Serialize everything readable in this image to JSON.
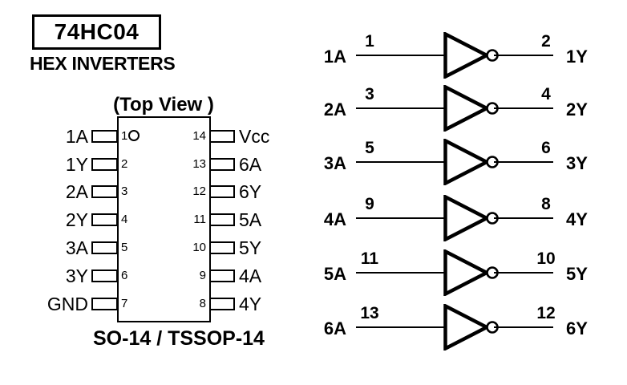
{
  "title": {
    "part_number": "74HC04",
    "description": "HEX INVERTERS"
  },
  "pinout": {
    "view_label": "(Top View )",
    "package_label": "SO-14 / TSSOP-14",
    "left_pins": [
      {
        "name": "1A",
        "number": "1"
      },
      {
        "name": "1Y",
        "number": "2"
      },
      {
        "name": "2A",
        "number": "3"
      },
      {
        "name": "2Y",
        "number": "4"
      },
      {
        "name": "3A",
        "number": "5"
      },
      {
        "name": "3Y",
        "number": "6"
      },
      {
        "name": "GND",
        "number": "7"
      }
    ],
    "right_pins": [
      {
        "name": "Vcc",
        "number": "14"
      },
      {
        "name": "6A",
        "number": "13"
      },
      {
        "name": "6Y",
        "number": "12"
      },
      {
        "name": "5A",
        "number": "11"
      },
      {
        "name": "5Y",
        "number": "10"
      },
      {
        "name": "4A",
        "number": "9"
      },
      {
        "name": "4Y",
        "number": "8"
      }
    ]
  },
  "gates": [
    {
      "input_label": "1A",
      "input_pin": "1",
      "output_pin": "2",
      "output_label": "1Y"
    },
    {
      "input_label": "2A",
      "input_pin": "3",
      "output_pin": "4",
      "output_label": "2Y"
    },
    {
      "input_label": "3A",
      "input_pin": "5",
      "output_pin": "6",
      "output_label": "3Y"
    },
    {
      "input_label": "4A",
      "input_pin": "9",
      "output_pin": "8",
      "output_label": "4Y"
    },
    {
      "input_label": "5A",
      "input_pin": "11",
      "output_pin": "10",
      "output_label": "5Y"
    },
    {
      "input_label": "6A",
      "input_pin": "13",
      "output_pin": "12",
      "output_label": "6Y"
    }
  ],
  "colors": {
    "ink": "#000000",
    "background": "#ffffff"
  }
}
